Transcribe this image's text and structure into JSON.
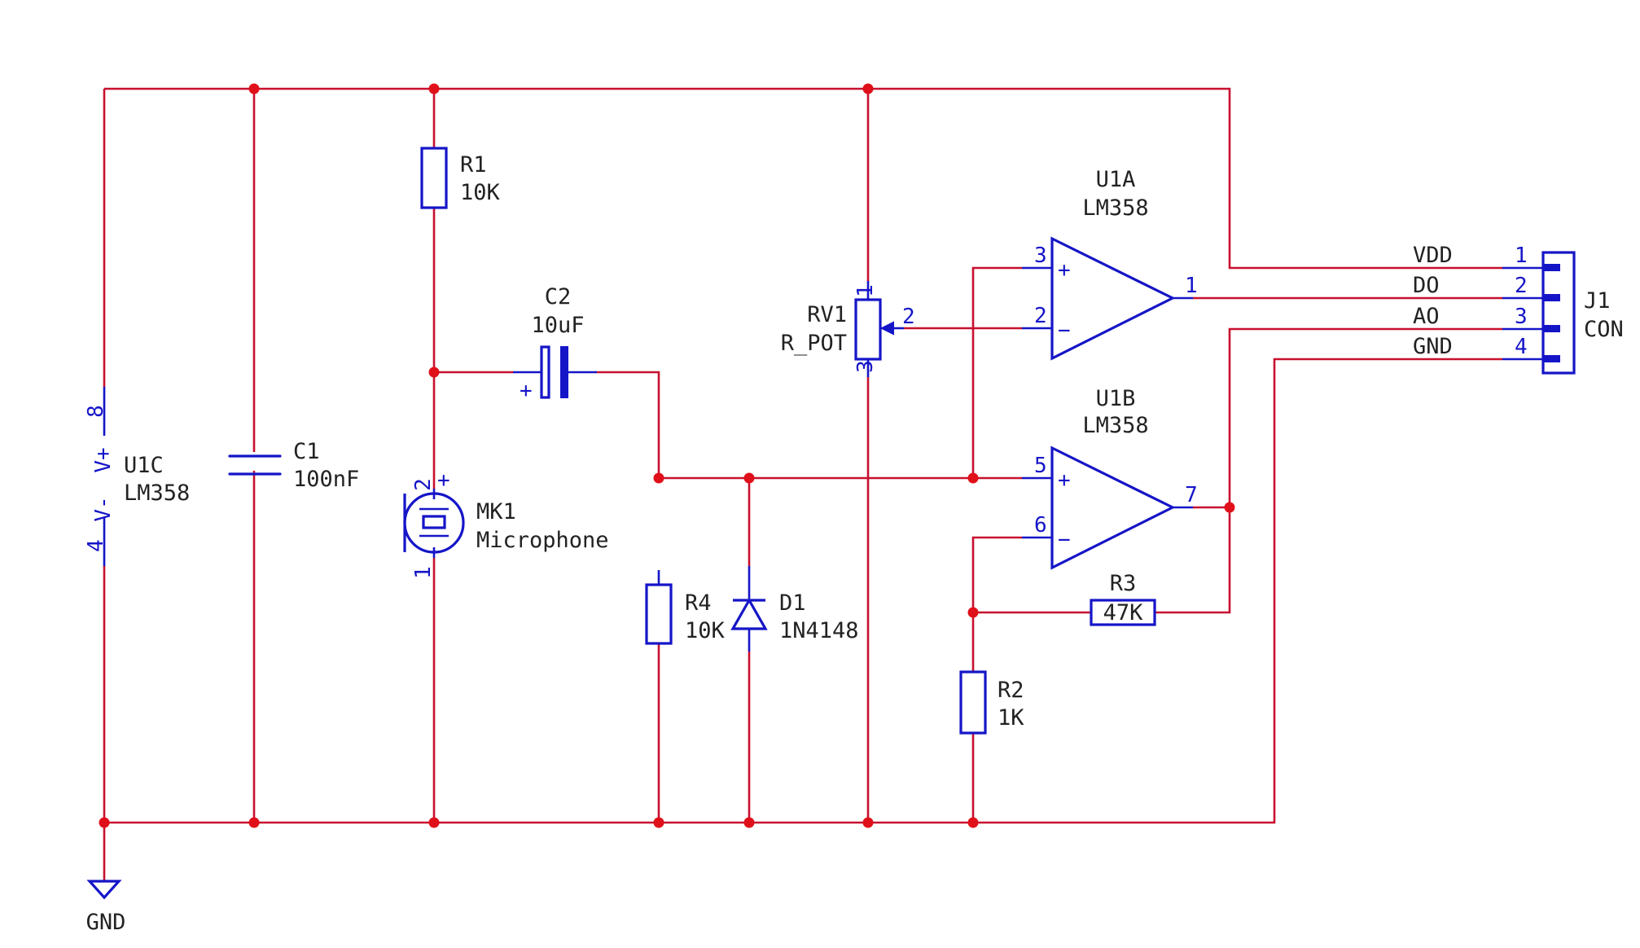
{
  "components": {
    "u1c": {
      "ref": "U1C",
      "value": "LM358",
      "pin_vplus_no": "8",
      "pin_vminus_no": "4",
      "pin_vplus_name": "V+",
      "pin_vminus_name": "V-"
    },
    "c1": {
      "ref": "C1",
      "value": "100nF"
    },
    "r1": {
      "ref": "R1",
      "value": "10K"
    },
    "c2": {
      "ref": "C2",
      "value": "10uF",
      "polarity": "+"
    },
    "mk1": {
      "ref": "MK1",
      "value": "Microphone",
      "pin1": "1",
      "pin2": "2",
      "plus": "+"
    },
    "r4": {
      "ref": "R4",
      "value": "10K"
    },
    "d1": {
      "ref": "D1",
      "value": "1N4148"
    },
    "rv1": {
      "ref": "RV1",
      "value": "R_POT",
      "pin1": "1",
      "pin2": "2",
      "pin3": "3"
    },
    "u1a": {
      "ref": "U1A",
      "value": "LM358",
      "pin_plus": "3",
      "pin_minus": "2",
      "pin_out": "1",
      "plus": "+",
      "minus": "−"
    },
    "u1b": {
      "ref": "U1B",
      "value": "LM358",
      "pin_plus": "5",
      "pin_minus": "6",
      "pin_out": "7",
      "plus": "+",
      "minus": "−"
    },
    "r3": {
      "ref": "R3",
      "value": "47K"
    },
    "r2": {
      "ref": "R2",
      "value": "1K"
    },
    "j1": {
      "ref": "J1",
      "value": "CON",
      "pins": [
        "1",
        "2",
        "3",
        "4"
      ]
    },
    "gnd": {
      "label": "GND"
    }
  },
  "net_labels": [
    "VDD",
    "DO",
    "AO",
    "GND"
  ],
  "colors": {
    "wire": "#c8102e",
    "symbol": "#1515c8",
    "text": "#222222",
    "junction": "#e0101a"
  }
}
